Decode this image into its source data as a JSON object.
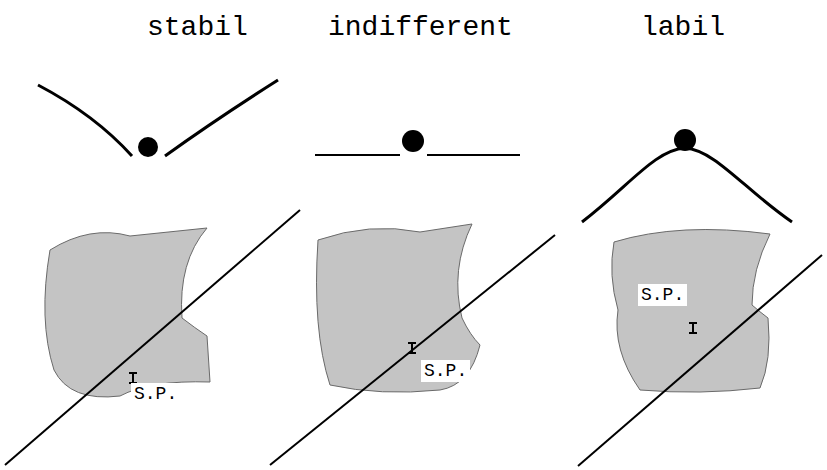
{
  "diagram": {
    "nodes": [
      {
        "text": [
          "S.P."
        ]
      },
      {
        "text": [
          "S.P."
        ]
      },
      {
        "text": [
          "S.P."
        ]
      }
    ],
    "labels": [
      "stabil",
      "indifferent",
      "labil"
    ]
  }
}
